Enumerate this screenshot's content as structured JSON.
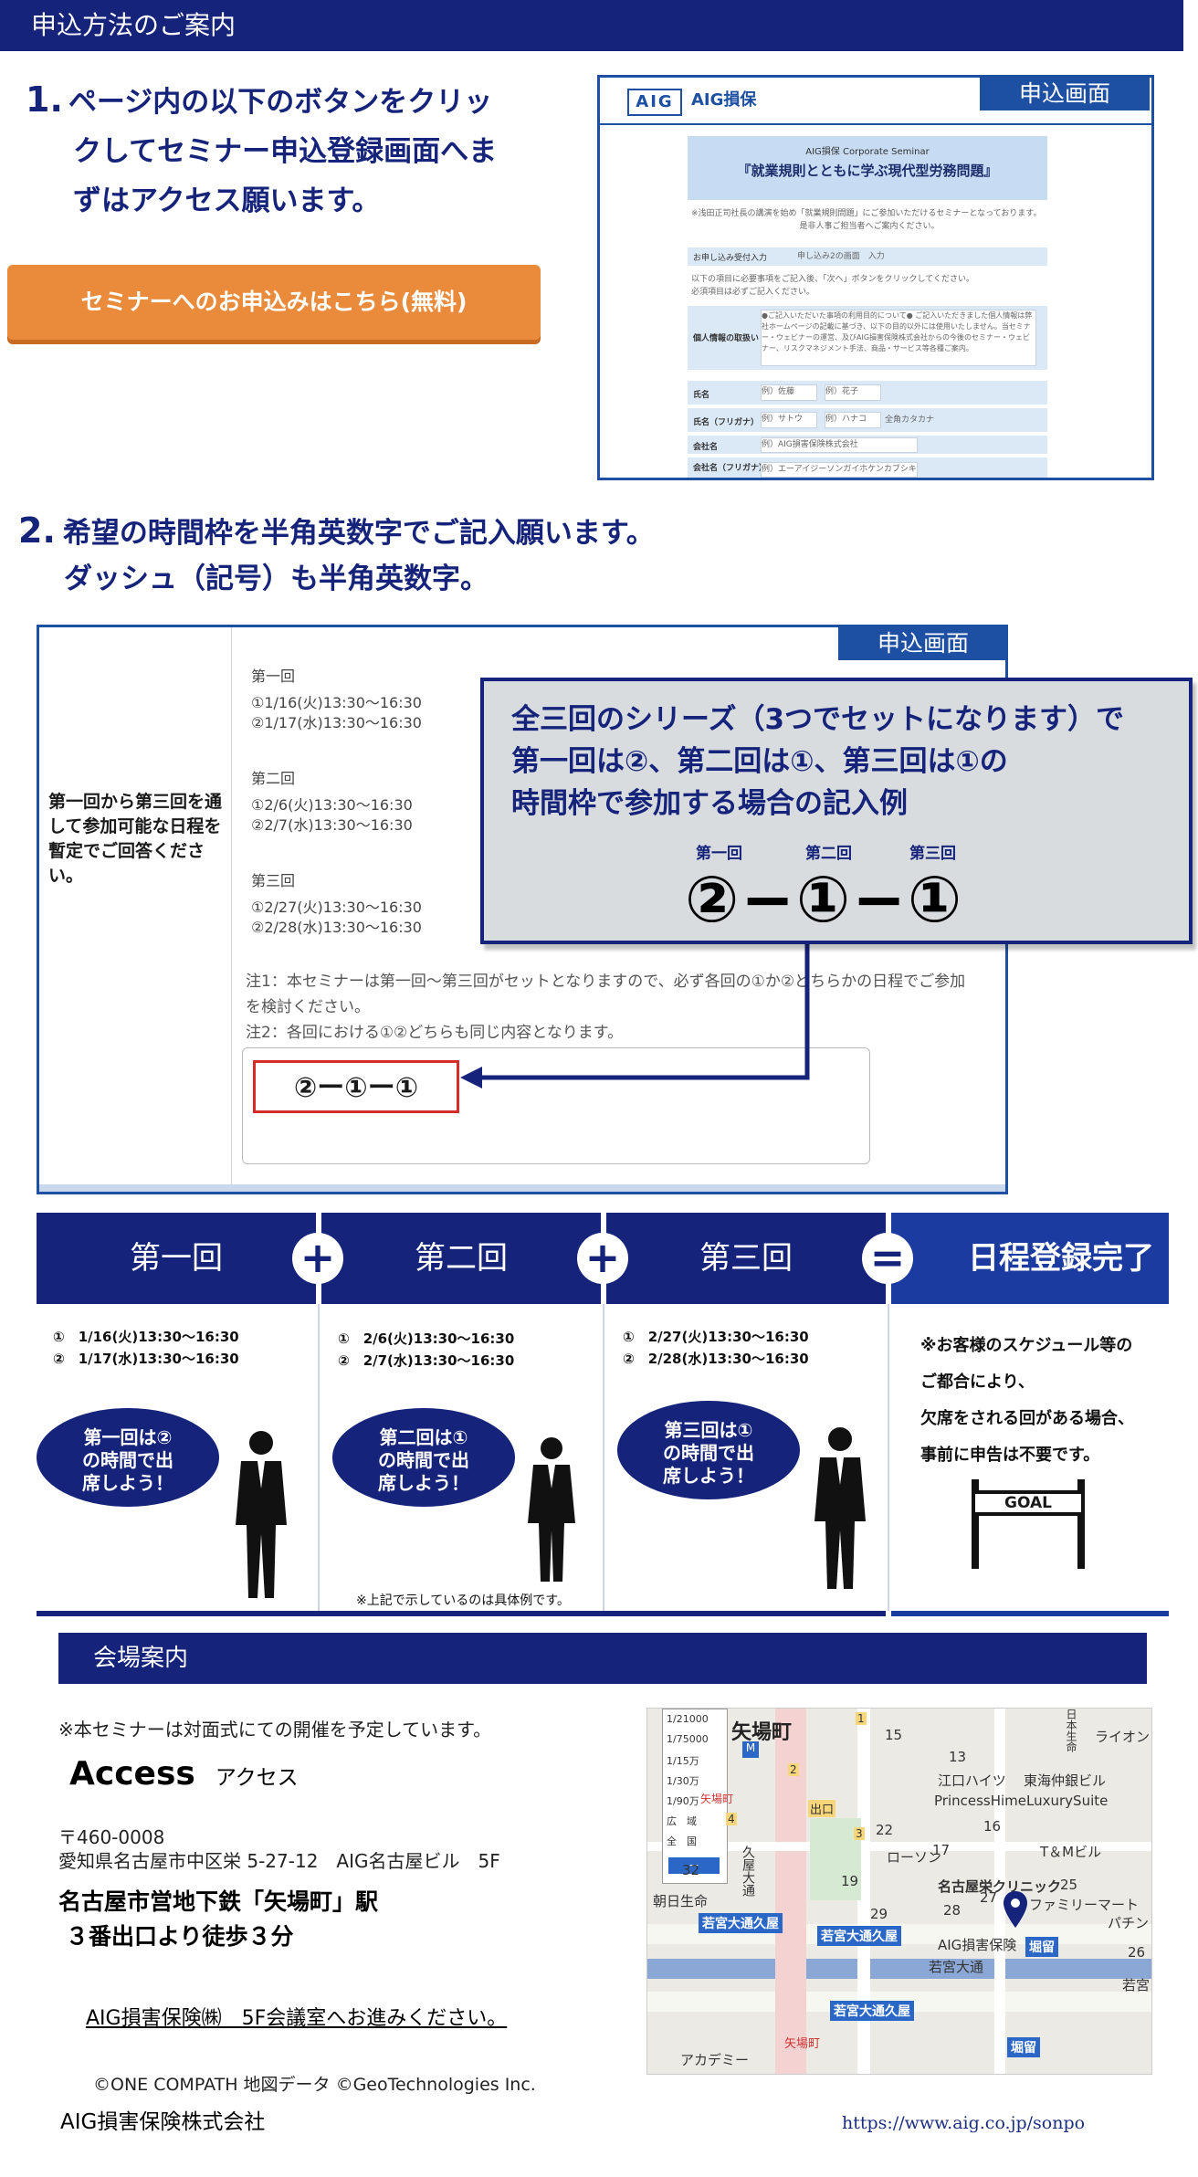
{
  "header": {
    "title": "申込方法のご案内"
  },
  "step1": {
    "number": "1.",
    "line1": "ページ内の以下のボタンをクリッ",
    "line2": "クしてセミナー申込登録画面へま",
    "line3": "ずはアクセス願います。",
    "cta_label": "セミナーへのお申込みはこちら(無料)"
  },
  "preview1": {
    "logo": "AIG",
    "brand": "AIG損保",
    "tag": "申込画面",
    "seminar_small": "AIG損保 Corporate Seminar",
    "seminar_title": "『就業規則とともに学ぶ現代型労務問題』",
    "intro1": "※浅田正司社長の講演を始め「就業規則問題」にご参加いただけるセミナーとなっております。",
    "intro2": "是非人事ご担当者へご案内ください。",
    "code_label": "お申し込み受付入力",
    "code_value": "申し込み2の画面　入力",
    "instr1": "以下の項目に必要事項をご記入後、「次へ」ボタンをクリックしてください。",
    "instr2": "必須項目は必ずご記入ください。",
    "privacy_label": "個人情報の取扱い",
    "privacy_text": "●ご記入いただいた事項の利用目的について● ご記入いただきました個人情報は弊社ホームページの記載に基づき、以下の目的以外には使用いたしません。当セミナー・ウェビナーの運営、及びAIG損害保険株式会社からの今後のセミナー・ウェビナー、リスクマネジメント手法、商品・サービス等各種ご案内。",
    "rows": [
      {
        "label": "氏名",
        "ph1": "例）佐藤",
        "ph2": "例）花子"
      },
      {
        "label": "氏名（フリガナ）",
        "ph1": "例）サトウ",
        "ph2": "例）ハナコ",
        "note": "全角カタカナ"
      },
      {
        "label": "会社名",
        "ph1": "例）AIG損害保険株式会社"
      },
      {
        "label": "会社名（フリガナ）",
        "ph1": "例）エーアイジーソンガイホケンカブシキガイシャ"
      }
    ]
  },
  "step2": {
    "number": "2.",
    "line1": "希望の時間枠を半角英数字でご記入願います。",
    "line2": "ダッシュ（記号）も半角英数字。"
  },
  "preview2": {
    "tag": "申込画面",
    "left_label": "第一回から第三回を通して参加可能な日程を暫定でご回答ください。",
    "groups": [
      {
        "name": "第一回",
        "slots": [
          "①1/16(火)13:30～16:30",
          "②1/17(水)13:30～16:30"
        ]
      },
      {
        "name": "第二回",
        "slots": [
          "①2/6(火)13:30～16:30",
          "②2/7(水)13:30～16:30"
        ]
      },
      {
        "name": "第三回",
        "slots": [
          "①2/27(火)13:30～16:30",
          "②2/28(水)13:30～16:30"
        ]
      }
    ],
    "note1a": "注1：本セミナーは第一回～第三回がセットとなりますので、必ず各回の①か②どちらかの日程でご参加",
    "note1b": "を検討ください。",
    "note2": "注2：各回における①②どちらも同じ内容となります。",
    "answer": "②ー①ー①"
  },
  "callout": {
    "line1": "全三回のシリーズ（3つでセットになります）で",
    "line2": "第一回は②、第二回は①、第三回は①の",
    "line3": "時間枠で参加する場合の記入例",
    "labels": [
      "第一回",
      "第二回",
      "第三回"
    ],
    "example": "②−①−①"
  },
  "flow": {
    "columns": [
      {
        "title": "第一回",
        "slots": [
          "①　1/16(火)13:30～16:30",
          "②　1/17(水)13:30～16:30"
        ],
        "bubble": [
          "第一回は②",
          "の時間で出",
          "席しよう！"
        ]
      },
      {
        "title": "第二回",
        "slots": [
          "①　2/6(火)13:30～16:30",
          "②　2/7(水)13:30～16:30"
        ],
        "bubble": [
          "第二回は①",
          "の時間で出",
          "席しよう！"
        ]
      },
      {
        "title": "第三回",
        "slots": [
          "①　2/27(火)13:30～16:30",
          "②　2/28(水)13:30～16:30"
        ],
        "bubble": [
          "第三回は①",
          "の時間で出",
          "席しよう！"
        ]
      }
    ],
    "plus": "+",
    "equals": "=",
    "done_title": "日程登録完了",
    "done_lines": [
      "※お客様のスケジュール等の",
      "ご都合により、",
      "欠席をされる回がある場合、",
      "事前に申告は不要です。"
    ],
    "goal": "GOAL",
    "example_note": "※上記で示しているのは具体例です。"
  },
  "venue": {
    "title": "会場案内",
    "notice": "※本セミナーは対面式にての開催を予定しています。",
    "access": "Access",
    "access_kana": "アクセス",
    "postal": "〒460-0008",
    "address": "愛知県名古屋市中区栄 5-27-12　AIG名古屋ビル　5F",
    "transit1": "名古屋市営地下鉄「矢場町」駅",
    "transit2": "３番出口より徒歩３分",
    "goto": "AIG損害保険㈱　5F会議室へお進みください。",
    "credit": "©ONE COMPATH 地図データ ©GeoTechnologies Inc.",
    "company": "AIG損害保険株式会社",
    "url": "https://www.aig.co.jp/sonpo"
  },
  "map": {
    "station": "矢場町",
    "scales": [
      "1/21000",
      "1/75000",
      "1/15万",
      "1/30万",
      "1/90万",
      "広　域",
      "全　国"
    ],
    "labels": [
      "江口ハイツ",
      "東海仲銀ビル",
      "PrincessHimeLuxurySuite",
      "ローソン",
      "T＆Mビル",
      "名古屋栄クリニック",
      "ファミリーマート",
      "AIG損害保険",
      "若宮大通久屋",
      "若宮大通",
      "若宮大通久屋",
      "若宮大通久屋",
      "朝日生命",
      "堀留",
      "堀留",
      "アカデミー",
      "矢場町",
      "出口",
      "久屋大通",
      "ライオン",
      "パチン",
      "若宮",
      "矢場町",
      "日本生命"
    ],
    "numbers": [
      "15",
      "13",
      "16",
      "17",
      "22",
      "27",
      "28",
      "29",
      "32",
      "1",
      "2",
      "3",
      "4",
      "25",
      "26",
      "19"
    ],
    "colors": {
      "pin": "#15237a",
      "road_blue": "#2b67c6",
      "rail": "#3d70c8"
    }
  }
}
